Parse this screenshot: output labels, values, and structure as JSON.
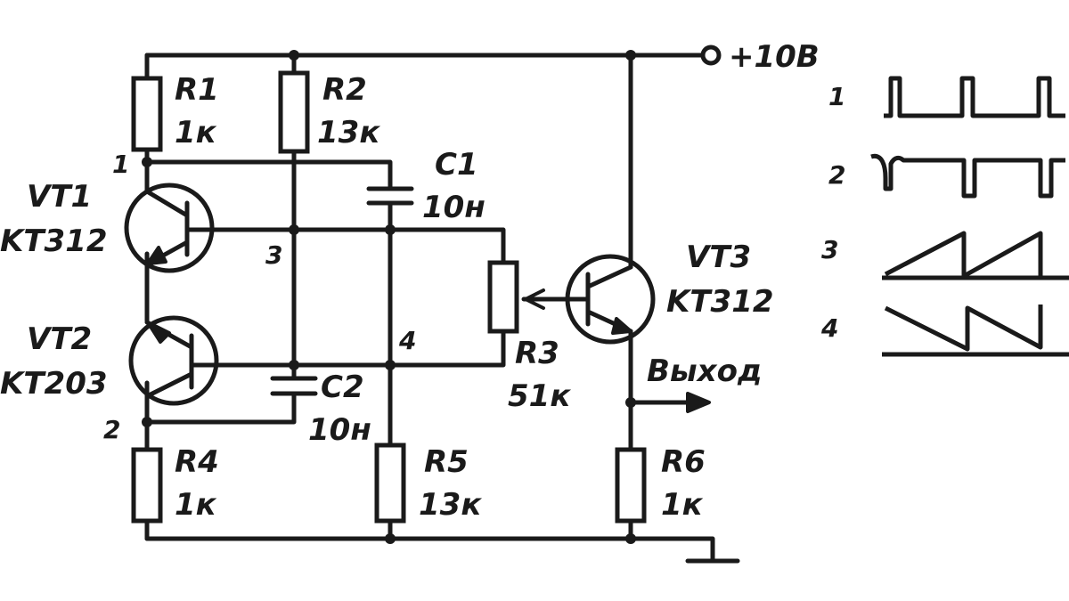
{
  "supply": {
    "label": "+10В"
  },
  "output": {
    "label": "Выход"
  },
  "transistors": [
    {
      "id": "VT1",
      "name": "VT1",
      "type": "KT312"
    },
    {
      "id": "VT2",
      "name": "VT2",
      "type": "KT203"
    },
    {
      "id": "VT3",
      "name": "VT3",
      "type": "KT312"
    }
  ],
  "resistors": [
    {
      "id": "R1",
      "name": "R1",
      "value": "1к"
    },
    {
      "id": "R2",
      "name": "R2",
      "value": "13к"
    },
    {
      "id": "R3",
      "name": "R3",
      "value": "51к"
    },
    {
      "id": "R4",
      "name": "R4",
      "value": "1к"
    },
    {
      "id": "R5",
      "name": "R5",
      "value": "13к"
    },
    {
      "id": "R6",
      "name": "R6",
      "value": "1к"
    }
  ],
  "capacitors": [
    {
      "id": "C1",
      "name": "C1",
      "value": "10н"
    },
    {
      "id": "C2",
      "name": "C2",
      "value": "10н"
    }
  ],
  "nodes": [
    "1",
    "2",
    "3",
    "4"
  ],
  "waveforms": [
    {
      "label": "1",
      "kind": "pulse-positive"
    },
    {
      "label": "2",
      "kind": "pulse-negative"
    },
    {
      "label": "3",
      "kind": "sawtooth-rising"
    },
    {
      "label": "4",
      "kind": "sawtooth-falling"
    }
  ]
}
